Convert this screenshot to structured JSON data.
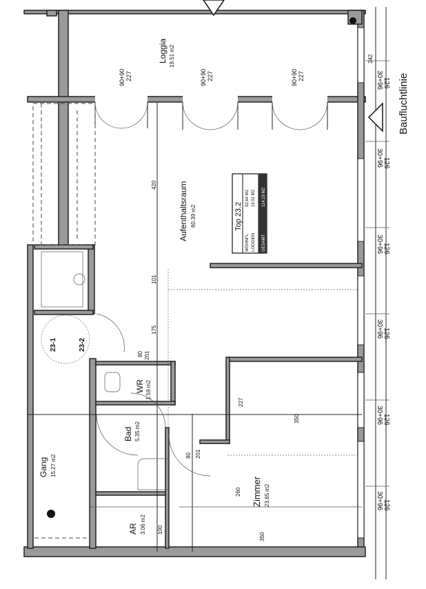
{
  "rooms": {
    "loggia": {
      "name": "Loggia",
      "area": "19.51 m2"
    },
    "aufenthaltsraum": {
      "name": "Aufenthaltsraum",
      "area": "60.39 m2"
    },
    "zimmer": {
      "name": "Zimmer",
      "area": "23.65 m2"
    },
    "wr": {
      "name": "WR",
      "area": "1.59 m2"
    },
    "bad": {
      "name": "Bad",
      "area": "5.35 m2"
    },
    "ar": {
      "name": "AR",
      "area": "3.06 m2"
    },
    "gang": {
      "name": "Gang",
      "area": "15.27 m2"
    }
  },
  "summary_table": {
    "title": "Top 23.2",
    "rows": [
      {
        "label": "WOHNFL.",
        "value": "92.64 M2"
      },
      {
        "label": "LOGGIEN",
        "value": "19.51 M2"
      },
      {
        "label": "GESAMT",
        "value": "114.15 M2"
      }
    ]
  },
  "door_labels": [
    "90+90",
    "227"
  ],
  "dimensions": {
    "d420": "420",
    "d101": "101",
    "d175": "175",
    "d80": "80",
    "d201": "201",
    "d227": "227",
    "d350": "350",
    "d260": "260",
    "d242": "242",
    "d100": "100"
  },
  "right_dims": {
    "top": "126",
    "bottom": "30+96"
  },
  "circle_labels": [
    "23-1",
    "23-2"
  ],
  "bauflucht": "Baufluchtlinie"
}
